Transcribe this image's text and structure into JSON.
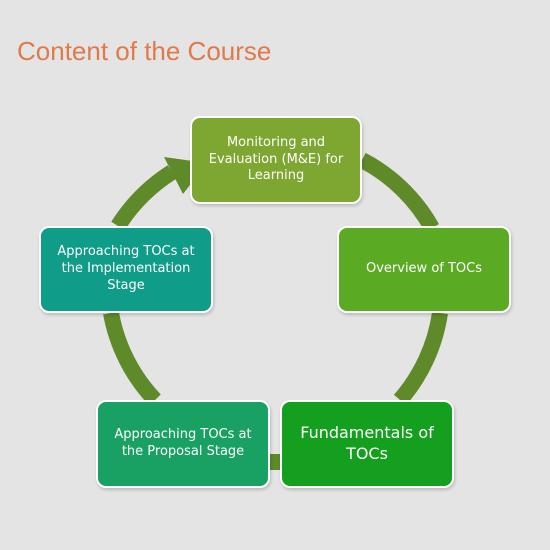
{
  "title": "Content of the Course",
  "colors": {
    "title": "#e07a4a",
    "arrow": "#5e8a2a",
    "background": "#e4e4e4",
    "node_me": "#7da730",
    "node_overview": "#5aaa24",
    "node_fundamentals": "#149f1e",
    "node_proposal": "#19a163",
    "node_implementation": "#0f9c88"
  },
  "cycle": {
    "nodes": [
      {
        "id": "me",
        "lines": [
          "Monitoring and",
          "Evaluation (M&E) for",
          "Learning"
        ]
      },
      {
        "id": "overview",
        "lines": [
          "Overview of TOCs"
        ]
      },
      {
        "id": "fundamentals",
        "lines": [
          "Fundamentals of",
          "TOCs"
        ]
      },
      {
        "id": "proposal",
        "lines": [
          "Approaching TOCs at",
          "the Proposal Stage"
        ]
      },
      {
        "id": "implementation",
        "lines": [
          "Approaching TOCs at",
          "the Implementation",
          "Stage"
        ]
      }
    ]
  }
}
